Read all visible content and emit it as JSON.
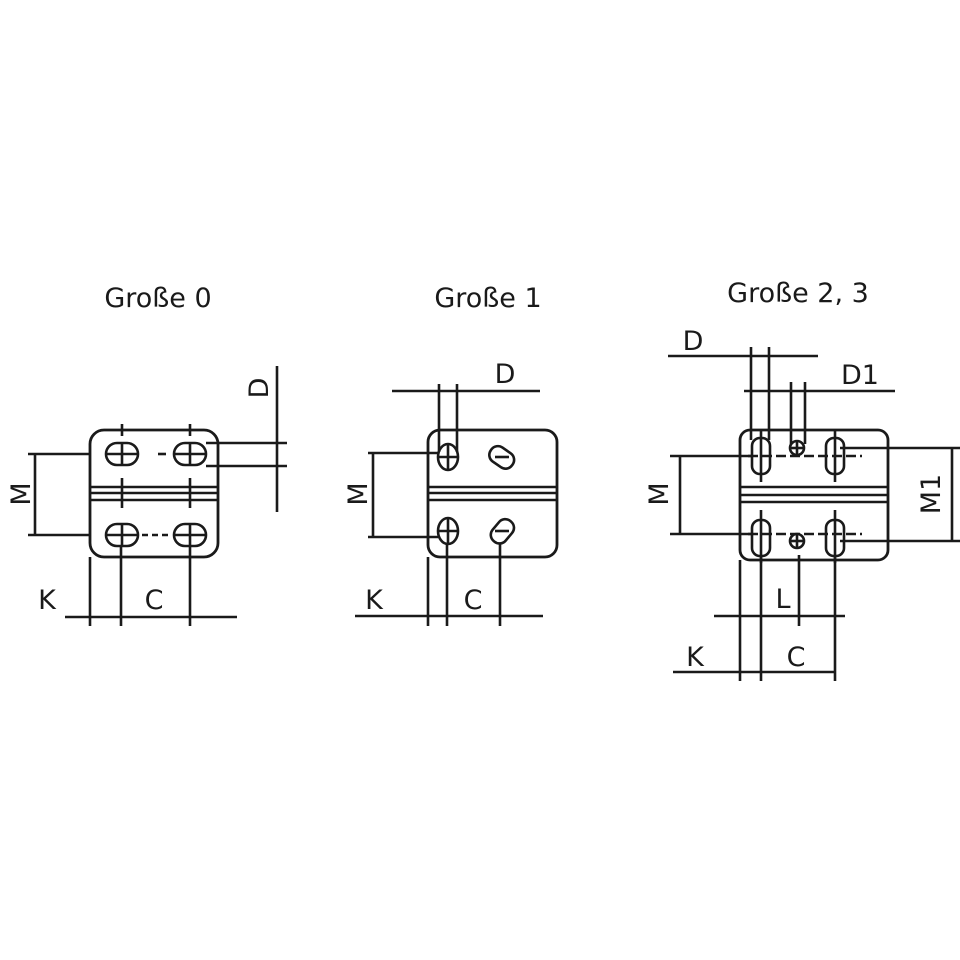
{
  "figures": [
    {
      "title": "Große 0",
      "labels": {
        "d": "D",
        "m": "M",
        "k": "K",
        "c": "C"
      }
    },
    {
      "title": "Große 1",
      "labels": {
        "d": "D",
        "m": "M",
        "k": "K",
        "c": "C"
      }
    },
    {
      "title": "Große 2, 3",
      "labels": {
        "d": "D",
        "d1": "D1",
        "m": "M",
        "m1": "M1",
        "l": "L",
        "k": "K",
        "c": "C"
      }
    }
  ]
}
